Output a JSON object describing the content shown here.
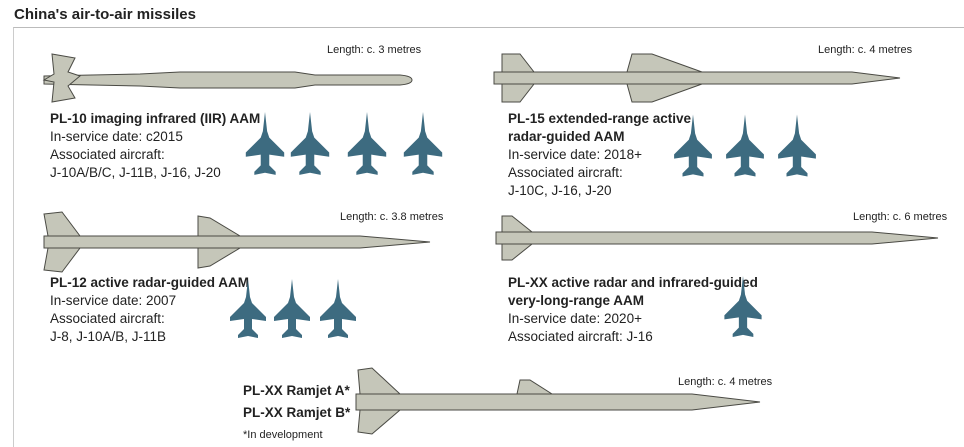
{
  "title": "China's air-to-air missiles",
  "colors": {
    "missile": "#c5c6b9",
    "outline": "#4a4a44",
    "aircraft": "#3d6b80"
  },
  "missiles": [
    {
      "name": "PL-10 imaging infrared (IIR) AAM",
      "service": "In-service date: c2015",
      "aircraft_label": "Associated aircraft:",
      "aircraft": "J-10A/B/C, J-11B, J-16, J-20",
      "length": "Length: c. 3 metres"
    },
    {
      "name": "PL-15 extended-range active",
      "name2": "radar-guided AAM",
      "service": "In-service date: 2018+",
      "aircraft_label": "Associated aircraft:",
      "aircraft": "J-10C, J-16, J-20",
      "length": "Length: c. 4 metres"
    },
    {
      "name": "PL-12 active radar-guided AAM",
      "service": "In-service date: 2007",
      "aircraft_label": "Associated aircraft:",
      "aircraft": "J-8, J-10A/B, J-11B",
      "length": "Length: c. 3.8 metres"
    },
    {
      "name": "PL-XX active radar and infrared-guided",
      "name2": "very-long-range AAM",
      "service": "In-service date: 2020+",
      "aircraft": "Associated aircraft: J-16",
      "length": "Length: c. 6 metres"
    },
    {
      "name": "PL-XX Ramjet A*",
      "name2": "PL-XX Ramjet B*",
      "note": "*In development",
      "length": "Length: c. 4 metres"
    }
  ]
}
